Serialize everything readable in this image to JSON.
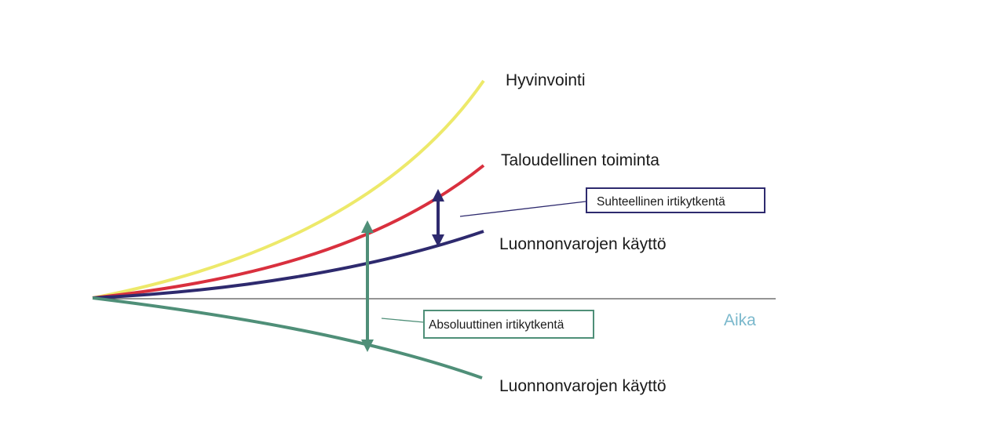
{
  "labels": {
    "hyvinvointi": "Hyvinvointi",
    "talous": "Taloudellinen toiminta",
    "luonnonvarat_suhteellinen": "Luonnonvarojen käyttö",
    "luonnonvarat_absoluuttinen": "Luonnonvarojen käyttö",
    "aika": "Aika",
    "suhteellinen_box": "Suhteellinen irtikytkentä",
    "absoluuttinen_box": "Absoluuttinen irtikytkentä"
  },
  "colors": {
    "hyvinvointi": "#ede96a",
    "talous": "#d9303e",
    "luonnonvarat_suhteellinen": "#2e2a6e",
    "luonnonvarat_absoluuttinen": "#4f8f78",
    "axis": "#555555",
    "aika": "#7ab8cc"
  }
}
